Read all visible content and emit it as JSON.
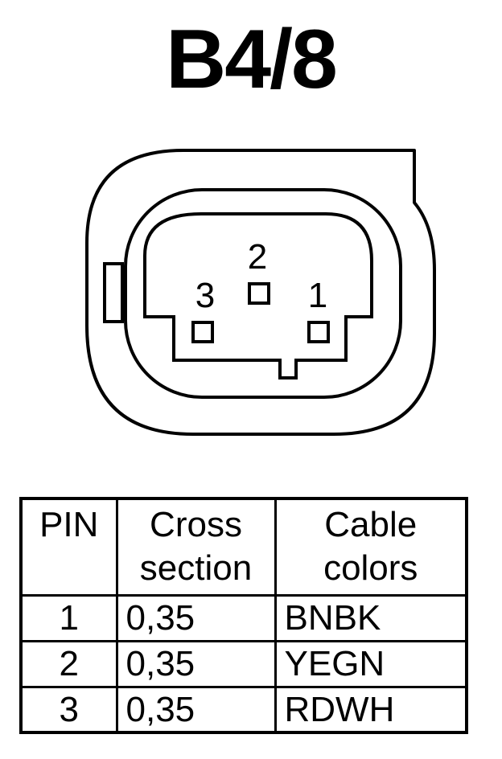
{
  "title": "B4/8",
  "pins": [
    "2",
    "3",
    "1"
  ],
  "table": {
    "headers": {
      "pin": "PIN",
      "cross_line1": "Cross",
      "cross_line2": "section",
      "colors_line1": "Cable",
      "colors_line2": "colors"
    },
    "rows": [
      {
        "pin": "1",
        "cross_section": "0,35",
        "color": "BNBK"
      },
      {
        "pin": "2",
        "cross_section": "0,35",
        "color": "YEGN"
      },
      {
        "pin": "3",
        "cross_section": "0,35",
        "color": "RDWH"
      }
    ]
  }
}
